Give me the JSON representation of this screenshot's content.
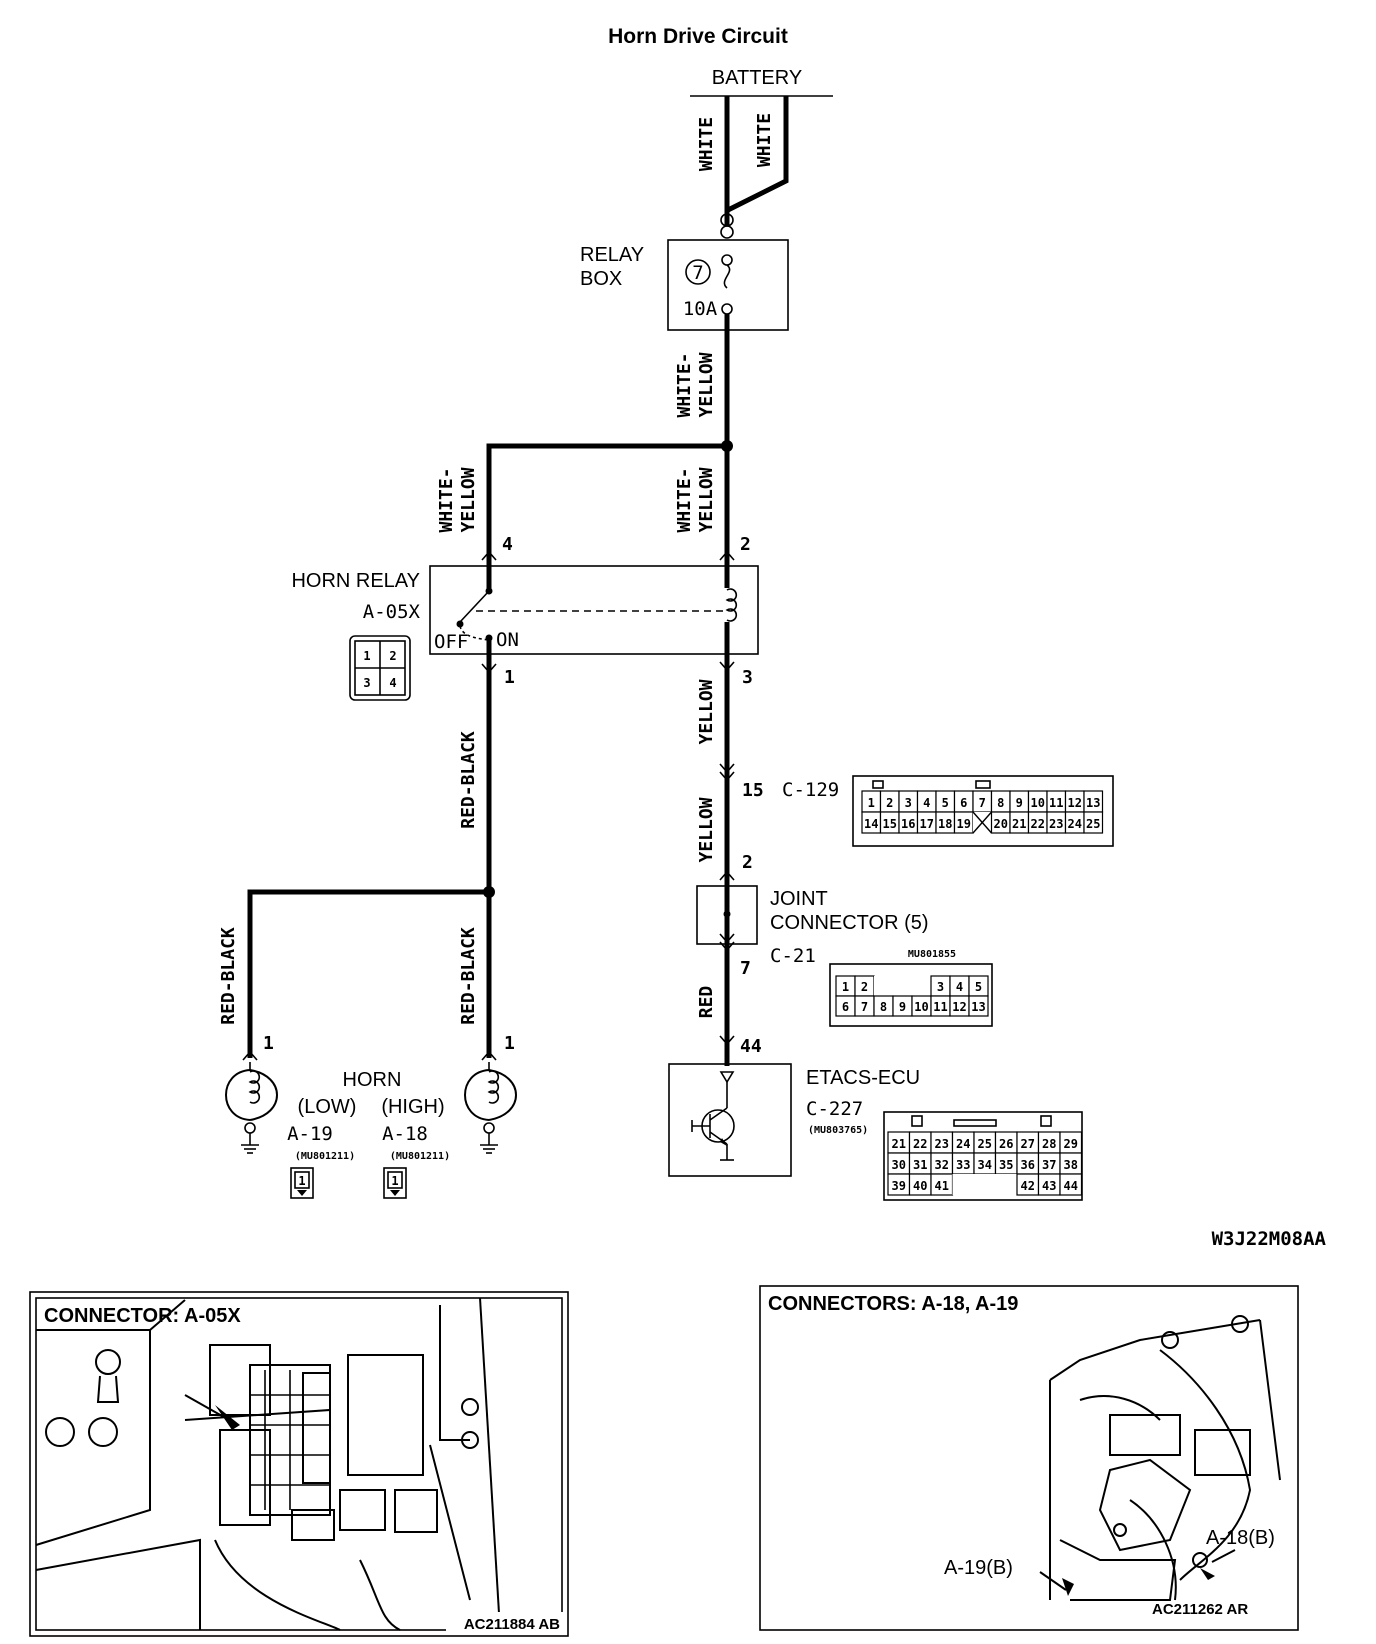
{
  "title": "Horn Drive Circuit",
  "battery_label": "BATTERY",
  "relay_box": {
    "label_line1": "RELAY",
    "label_line2": "BOX",
    "fuse_number": "7",
    "fuse_rating": "10A"
  },
  "wires": {
    "battery_left": "WHITE",
    "battery_right": "WHITE",
    "fuse_out_line1": "WHITE-",
    "fuse_out_line2": "YELLOW",
    "relay_left_line1": "WHITE-",
    "relay_left_line2": "YELLOW",
    "relay_right_line1": "WHITE-",
    "relay_right_line2": "YELLOW",
    "relay_to_c129": "YELLOW",
    "c129_to_joint": "YELLOW",
    "joint_to_ecu": "RED",
    "relay_out": "RED-BLACK",
    "horn_low": "RED-BLACK",
    "horn_high": "RED-BLACK"
  },
  "horn_relay": {
    "label": "HORN RELAY",
    "connector": "A-05X",
    "off_label": "OFF",
    "on_label": "ON",
    "pins": [
      "1",
      "2",
      "3",
      "4"
    ]
  },
  "pin_numbers": {
    "relay_pin4": "4",
    "relay_pin2": "2",
    "relay_pin1": "1",
    "relay_pin3": "3",
    "c129_pin": "15",
    "joint_in_pin": "2",
    "joint_out_pin": "7",
    "ecu_pin": "44",
    "horn_low_pin": "1",
    "horn_high_pin": "1"
  },
  "c129": {
    "label": "C-129",
    "row1": [
      "1",
      "2",
      "3",
      "4",
      "5",
      "6",
      "7",
      "8",
      "9",
      "10",
      "11",
      "12",
      "13"
    ],
    "row2": [
      "14",
      "15",
      "16",
      "17",
      "18",
      "19",
      "",
      "20",
      "21",
      "22",
      "23",
      "24",
      "25"
    ]
  },
  "joint_connector": {
    "label_line1": "JOINT",
    "label_line2": "CONNECTOR (5)",
    "connector": "C-21",
    "part_no": "MU801855",
    "row1": [
      "1",
      "2",
      "",
      "",
      "",
      "3",
      "4",
      "5"
    ],
    "row2": [
      "6",
      "7",
      "8",
      "9",
      "10",
      "11",
      "12",
      "13"
    ]
  },
  "etacs": {
    "label": "ETACS-ECU",
    "connector": "C-227",
    "part_no": "(MU803765)",
    "row1": [
      "21",
      "22",
      "23",
      "24",
      "25",
      "26",
      "27",
      "28",
      "29"
    ],
    "row2": [
      "30",
      "31",
      "32",
      "33",
      "34",
      "35",
      "36",
      "37",
      "38"
    ],
    "row3": [
      "39",
      "40",
      "41",
      "",
      "",
      "",
      "42",
      "43",
      "44"
    ]
  },
  "horn": {
    "label": "HORN",
    "low_label": "(LOW)",
    "high_label": "(HIGH)",
    "low_connector": "A-19",
    "high_connector": "A-18",
    "low_part_no": "(MU801211)",
    "high_part_no": "(MU801211)",
    "pin": "1"
  },
  "diagram_code": "W3J22M08AA",
  "panel_left": {
    "title": "CONNECTOR: A-05X",
    "code": "AC211884 AB"
  },
  "panel_right": {
    "title": "CONNECTORS: A-18, A-19",
    "callout_a18": "A-18(B)",
    "callout_a19": "A-19(B)",
    "code": "AC211262 AR"
  }
}
